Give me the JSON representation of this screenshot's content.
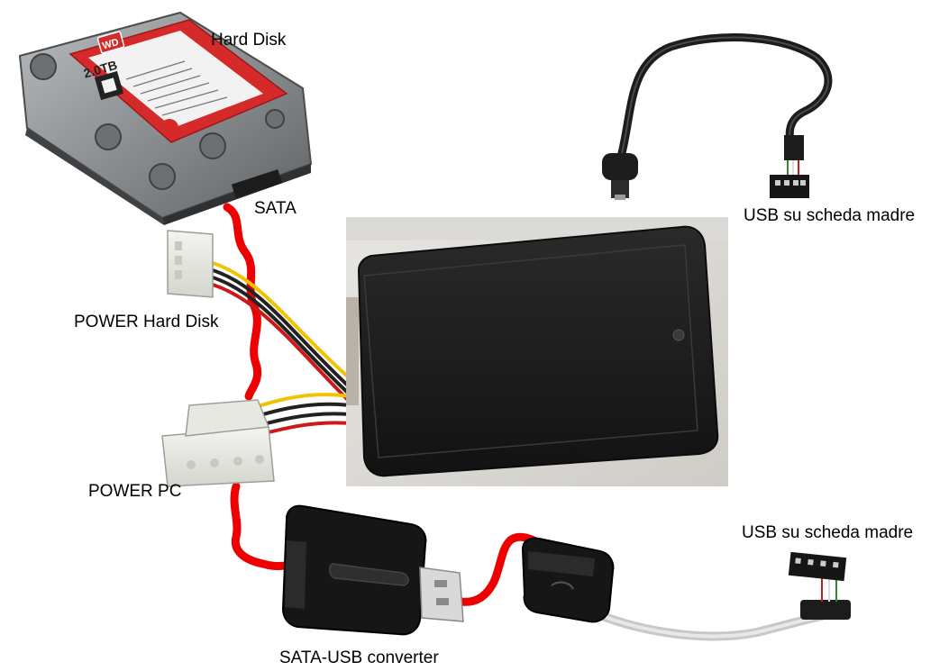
{
  "labels": {
    "hard_disk": "Hard Disk",
    "sata": "SATA",
    "usb_top": "USB su scheda madre",
    "power_hard_disk": "POWER Hard Disk",
    "power_pc": "POWER PC",
    "usb_bottom": "USB su scheda madre",
    "converter": "SATA-USB converter"
  },
  "drive_label": {
    "brand": "WD",
    "capacity": "2.0TB"
  },
  "colors": {
    "cable_red": "#ee0000",
    "enclosure": "#1c1c1c",
    "drive_label_red": "#d62a2a",
    "drive_body": "#8f9294"
  }
}
